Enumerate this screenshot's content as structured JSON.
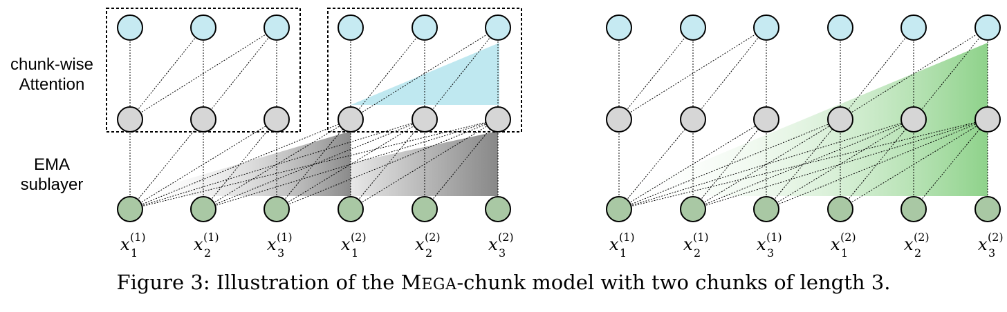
{
  "labels": {
    "attention_line1": "chunk-wise",
    "attention_line2": "Attention",
    "ema_line1": "EMA",
    "ema_line2": "sublayer"
  },
  "token_labels": [
    {
      "base": "x",
      "sub": "1",
      "sup": "(1)"
    },
    {
      "base": "x",
      "sub": "2",
      "sup": "(1)"
    },
    {
      "base": "x",
      "sub": "3",
      "sup": "(1)"
    },
    {
      "base": "x",
      "sub": "1",
      "sup": "(2)"
    },
    {
      "base": "x",
      "sub": "2",
      "sup": "(2)"
    },
    {
      "base": "x",
      "sub": "3",
      "sup": "(2)"
    }
  ],
  "caption": {
    "prefix": "Figure 3: Illustration of the ",
    "mega_first": "M",
    "mega_rest": "EGA",
    "suffix": "-chunk model with two chunks of length 3."
  },
  "colors": {
    "top_node": "#c6eaf2",
    "mid_node": "#d6d6d6",
    "bottom_node": "#a9c8a4",
    "attention_fill": "#bfe8f0",
    "ema_gray": "#8f8f8f",
    "ema_green": "#8fd08a"
  }
}
